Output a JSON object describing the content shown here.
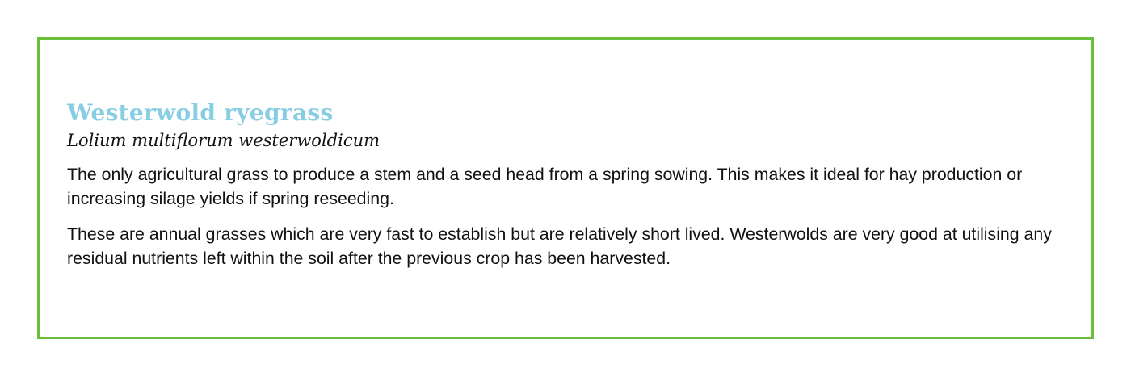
{
  "card": {
    "title": "Westerwold ryegrass",
    "subtitle": "Lolium multiflorum westerwoldicum",
    "paragraphs": [
      "The only agricultural grass to produce a stem and a seed head from a spring sowing. This makes it ideal for hay production or increasing silage yields if spring reseeding.",
      "These are annual grasses which are very fast to establish but are relatively short lived. Westerwolds are very good at utilising any residual nutrients left within the soil after the previous crop has been harvested."
    ]
  },
  "colors": {
    "border": "#6abf3a",
    "title": "#87cde3",
    "text": "#111111"
  }
}
